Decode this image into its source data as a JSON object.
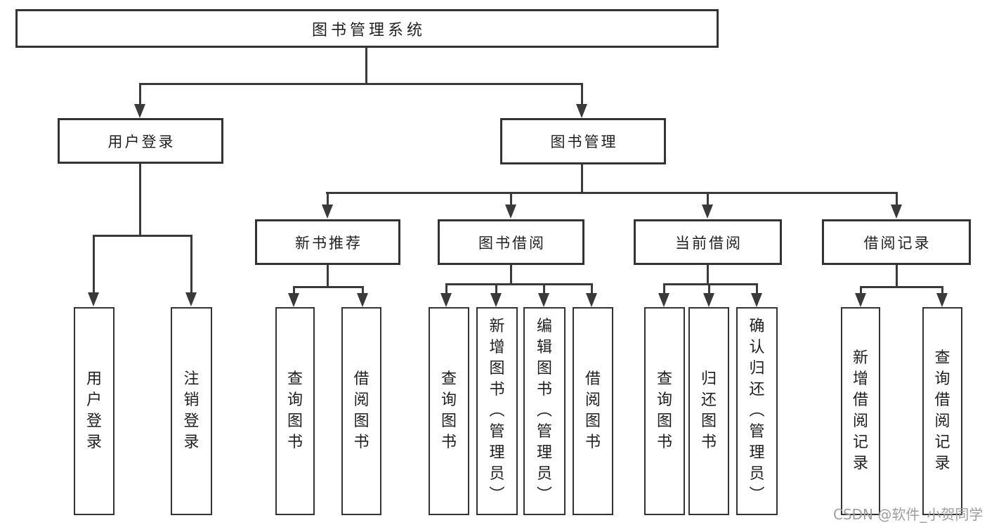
{
  "diagram": {
    "title": "图书管理系统",
    "tree": {
      "root": {
        "label": "图书管理系统"
      },
      "level2": [
        {
          "label": "用户登录"
        },
        {
          "label": "图书管理"
        }
      ],
      "login_children": [
        {
          "label": "用户登录"
        },
        {
          "label": "注销登录"
        }
      ],
      "management_children": [
        {
          "label": "新书推荐",
          "children": [
            "查询图书",
            "借阅图书"
          ]
        },
        {
          "label": "图书借阅",
          "children": [
            "查询图书",
            "新增图书（管理员）",
            "编辑图书（管理员）",
            "借阅图书"
          ]
        },
        {
          "label": "当前借阅",
          "children": [
            "查询图书",
            "归还图书",
            "确认归还（管理员）"
          ]
        },
        {
          "label": "借阅记录",
          "children": [
            "新增借阅记录",
            "查询借阅记录"
          ]
        }
      ]
    },
    "colors": {
      "line": "#3a3a3a",
      "box_border": "#333333",
      "text": "#1f1f1f",
      "watermark": "#9e9e9e",
      "background": "#ffffff"
    }
  },
  "watermark": {
    "text": "CSDN @软件_小贺同学"
  }
}
